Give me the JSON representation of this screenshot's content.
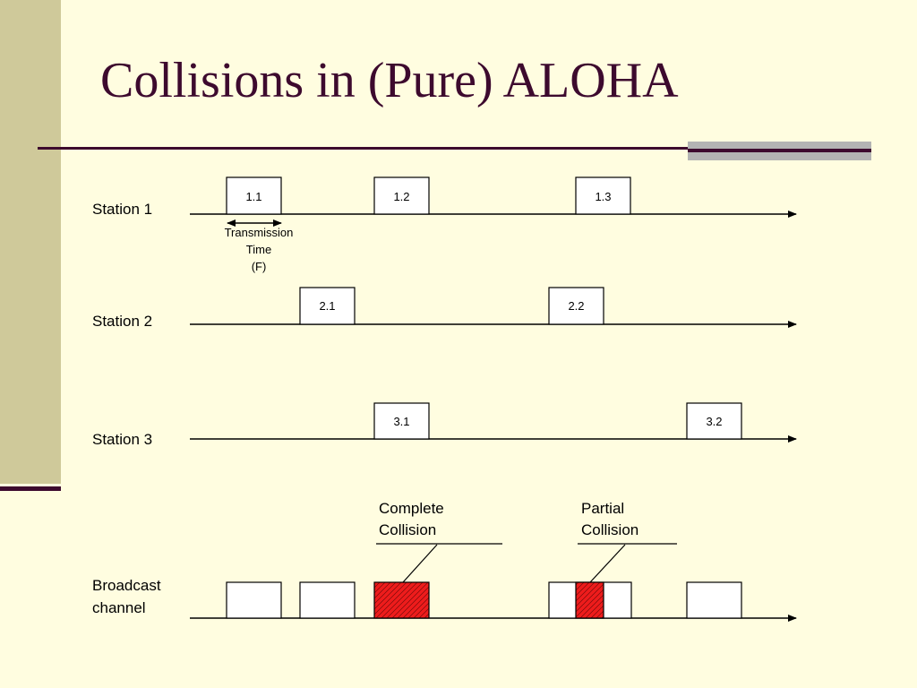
{
  "slide": {
    "title": "Collisions in (Pure) ALOHA"
  },
  "stations": [
    {
      "label": "Station 1",
      "frames": [
        "1.1",
        "1.2",
        "1.3"
      ]
    },
    {
      "label": "Station 2",
      "frames": [
        "2.1",
        "2.2"
      ]
    },
    {
      "label": "Station 3",
      "frames": [
        "3.1",
        "3.2"
      ]
    }
  ],
  "transmission_time": {
    "line1": "Transmission",
    "line2": "Time",
    "line3": "(F)"
  },
  "broadcast": {
    "line1": "Broadcast",
    "line2": "channel"
  },
  "annotations": {
    "complete": {
      "line1": "Complete",
      "line2": "Collision"
    },
    "partial": {
      "line1": "Partial",
      "line2": "Collision"
    }
  },
  "colors": {
    "collision": "#ee1c1c",
    "title": "#3d0a2e",
    "background": "#fffde0"
  }
}
